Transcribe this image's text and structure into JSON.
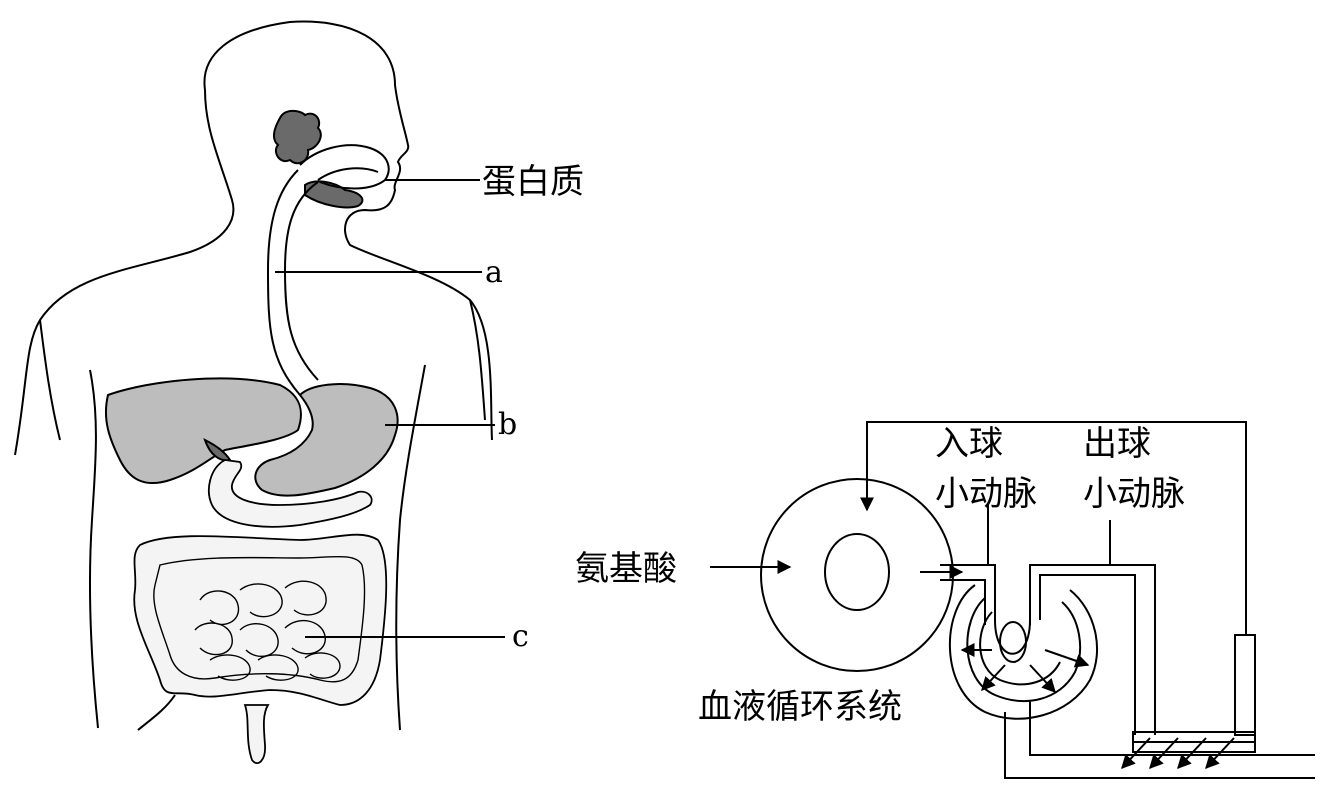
{
  "left_diagram": {
    "labels": {
      "protein": "蛋白质",
      "a": "a",
      "b": "b",
      "c": "c"
    }
  },
  "right_diagram": {
    "labels": {
      "amino_acid": "氨基酸",
      "circulation": "血液循环系统",
      "afferent_line1": "入球",
      "afferent_line2": "小动脉",
      "efferent_line1": "出球",
      "efferent_line2": "小动脉"
    }
  }
}
